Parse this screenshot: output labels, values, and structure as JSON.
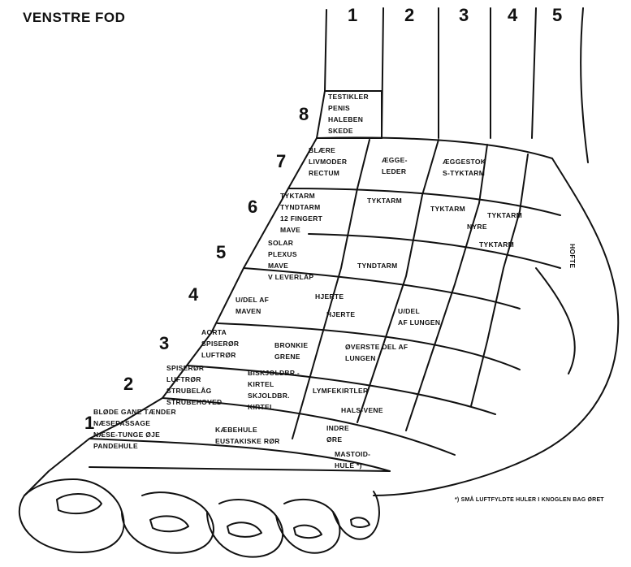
{
  "title": "VENSTRE FOD",
  "columns": [
    "1",
    "2",
    "3",
    "4",
    "5"
  ],
  "rows": [
    "8",
    "7",
    "6",
    "5",
    "4",
    "3",
    "2",
    "1"
  ],
  "zones": {
    "r8": [
      "TESTIKLER",
      "PENIS",
      "HALEBEN",
      "SKEDE"
    ],
    "r7a": [
      "BLÆRE",
      "LIVMODER",
      "RECTUM"
    ],
    "r7b": [
      "ÆGGE-",
      "LEDER"
    ],
    "r7c": [
      "ÆGGESTOK",
      "S-TYKTARM"
    ],
    "r6a": [
      "TYKTARM",
      "TYNDTARM",
      "12 FINGERT",
      "MAVE"
    ],
    "r6b": [
      "TYKTARM"
    ],
    "r6c": [
      "TYKTARM"
    ],
    "r6d": [
      "TYKTARM"
    ],
    "nyre": [
      "NYRE"
    ],
    "r5a": [
      "SOLAR",
      "PLEXUS",
      "MAVE",
      "V LEVERLAP"
    ],
    "r5b": [
      "TYNDTARM"
    ],
    "r5c": [
      "TYKTARM"
    ],
    "hofte": [
      "HOFTE"
    ],
    "r4a": [
      "U/DEL AF",
      "MAVEN"
    ],
    "r4b": [
      "HJERTE"
    ],
    "r4c": [
      "HJERTE"
    ],
    "r4d": [
      "U/DEL",
      "AF LUNGEN"
    ],
    "r3a": [
      "AORTA",
      "SPISERØR",
      "LUFTRØR"
    ],
    "r3b": [
      "BRONKIE",
      "GRENE"
    ],
    "r3c": [
      "ØVERSTE DEL AF",
      "LUNGEN"
    ],
    "r2a": [
      "SPISERØR",
      "LUFTRØR",
      "STRUBELÅG",
      "STRUBEHOVED"
    ],
    "r2b": [
      "BISKJOLDBR.-",
      "KIRTEL",
      "SKJOLDBR.",
      "KIRTEL"
    ],
    "r2c": [
      "LYMFEKIRTLER"
    ],
    "r2d": [
      "HALS-VENE"
    ],
    "r1a": [
      "BLØDE GANE TÆNDER",
      "NÆSEPASSAGE",
      "NÆSE-TUNGE ØJE",
      "PANDEHULE"
    ],
    "r1b": [
      "KÆBEHULE",
      "EUSTAKISKE RØR"
    ],
    "r1c": [
      "INDRE",
      "ØRE"
    ],
    "r1d": [
      "MASTOID-",
      "HULE *)"
    ]
  },
  "footnote": "*) SMÅ LUFTFYLDTE HULER I KNOGLEN BAG ØRET"
}
